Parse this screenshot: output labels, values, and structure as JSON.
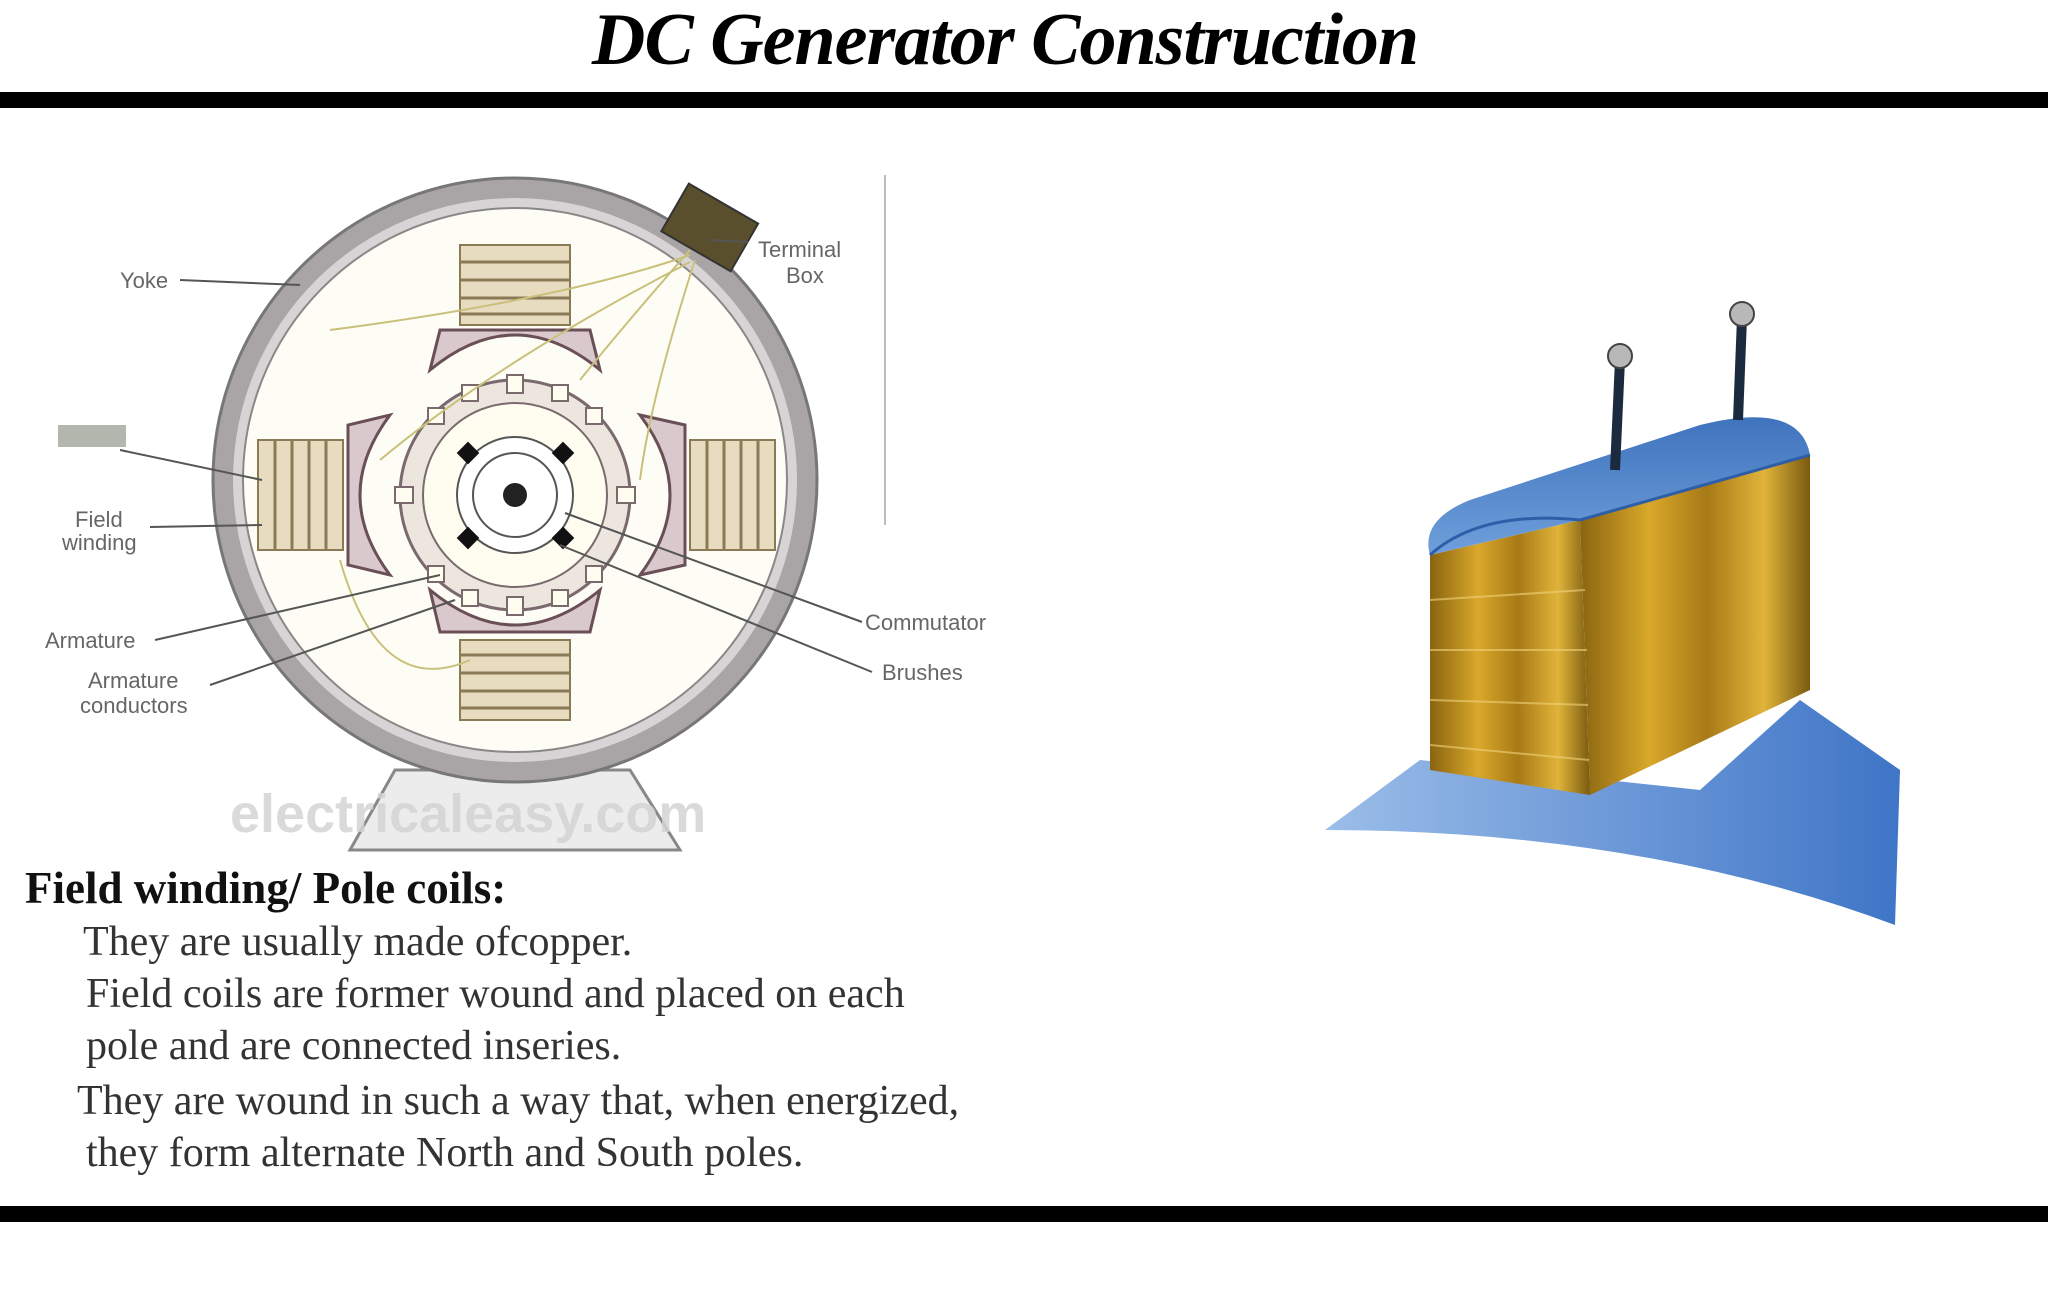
{
  "slide": {
    "title": "DC Generator Construction"
  },
  "diagram": {
    "labels": {
      "yoke": "Yoke",
      "terminal_box_1": "Terminal",
      "terminal_box_2": "Box",
      "field_winding_1": "Field",
      "field_winding_2": "winding",
      "armature": "Armature",
      "armature_conductors_1": "Armature",
      "armature_conductors_2": "conductors",
      "commutator": "Commutator",
      "brushes": "Brushes"
    },
    "watermark": "electricaleasy.com"
  },
  "text": {
    "heading": "Field winding/  Pole  coils:",
    "lines": [
      "They are  usually made ofcopper.",
      "Field  coils  are  former  wound and  placed on  each",
      "pole and  are  connected  inseries.",
      "They are   wound  in such  a  way that,  when energized,",
      "they form alternate  North and  South  poles."
    ]
  },
  "colors": {
    "yoke": "#a9a4a6",
    "pole": "#d9c9cc",
    "winding": "#e8dcc0",
    "coil_gold": "#c8981e",
    "coil_blue": "#4f86cc",
    "rule": "#000000"
  }
}
